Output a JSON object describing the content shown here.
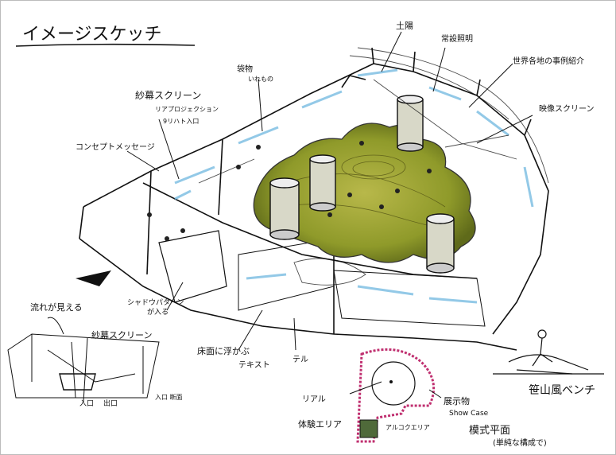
{
  "title": "イメージスケッチ",
  "labels": {
    "sun": "土陽",
    "fixed_light": "常設照明",
    "world_map": "世界各地の事例紹介",
    "bag": "袋物",
    "bag_sub": "いれもの",
    "gauze_screen": "紗幕スクリーン",
    "gauze_sub1": "リアプロジェクション",
    "gauze_sub2": "9リハト入口",
    "video_screen": "映像スクリーン",
    "concept_message": "コンセプトメッセージ",
    "flow_view": "流れが見える",
    "gauze_screen_2": "紗幕スクリーン",
    "shadow_pattern": "シャドウパターン",
    "shadow_sub": "が入る",
    "floor_float": "床面に浮かぶ",
    "floor_sub": "テキスト",
    "table": "テル",
    "real_exp": "リアル",
    "real_exp2": "体験エリア",
    "bench": "笹山風ベンチ",
    "showcase": "展示物",
    "showcase_en": "Show Case",
    "pollution": "アルコクエリア",
    "entrance": "入口",
    "exit": "出口",
    "plan_title": "模式平面",
    "plan_sub": "(単純な構成で)",
    "perspective_label": "入口 断面"
  }
}
